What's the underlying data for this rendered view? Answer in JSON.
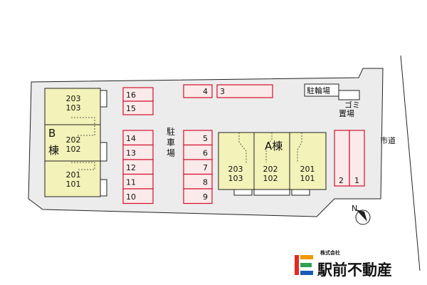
{
  "buildings": {
    "b": {
      "name": "B\n棟",
      "units": [
        [
          "203",
          "103"
        ],
        [
          "202",
          "102"
        ],
        [
          "201",
          "101"
        ]
      ]
    },
    "a": {
      "name": "A棟",
      "units": [
        [
          "203",
          "103"
        ],
        [
          "202",
          "102"
        ],
        [
          "201",
          "101"
        ]
      ]
    }
  },
  "parking": {
    "label": "駐車場",
    "col_left": [
      "16",
      "15",
      "14",
      "13",
      "12",
      "11",
      "10"
    ],
    "col_mid": [
      "5",
      "6",
      "7",
      "8",
      "9"
    ],
    "top": [
      "4",
      "3"
    ],
    "right": [
      "2",
      "1"
    ]
  },
  "facilities": {
    "bike_parking": "駐輪場",
    "garbage": "ゴミ置場",
    "road": "市道"
  },
  "compass": "N",
  "logo": {
    "tagline": "株式会社",
    "name": "駅前不動産"
  },
  "colors": {
    "stall_border": "#d2102e",
    "stall_fill": "#fbeaea",
    "building_fill": "#f3f2b8",
    "lot_fill": "#ececec"
  }
}
